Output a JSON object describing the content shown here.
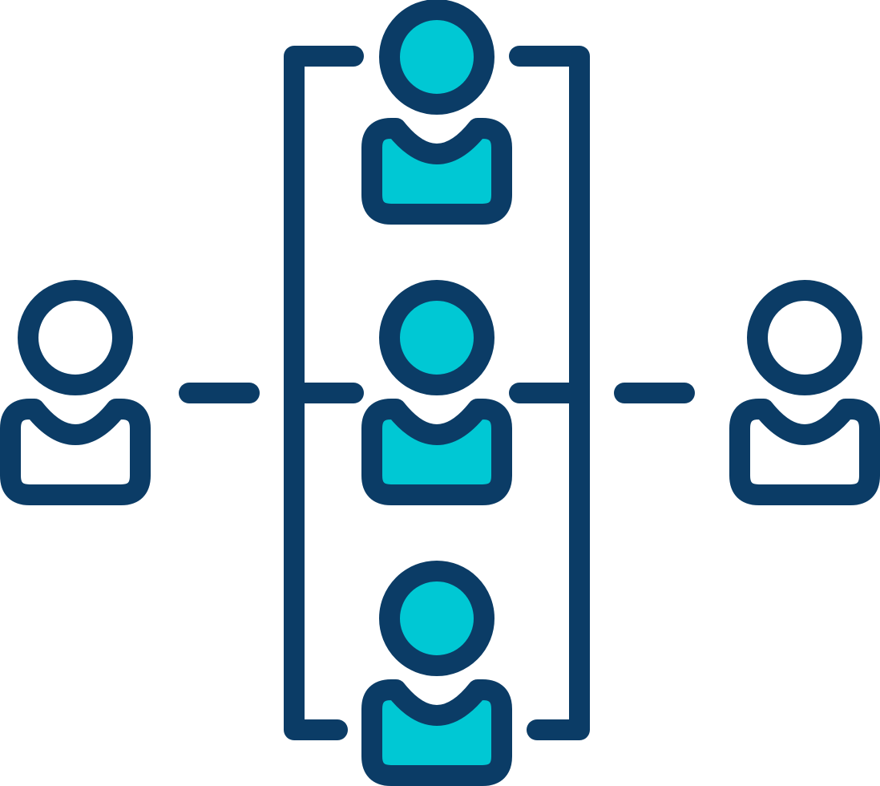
{
  "icon": {
    "name": "team-network-icon",
    "stroke_color": "#0B3C66",
    "fill_color": "#00C8D4",
    "background": "#FFFFFF"
  },
  "nodes": [
    {
      "id": "left-person",
      "filled": false
    },
    {
      "id": "center-top-person",
      "filled": true
    },
    {
      "id": "center-middle-person",
      "filled": true
    },
    {
      "id": "center-bottom-person",
      "filled": true
    },
    {
      "id": "right-person",
      "filled": false
    }
  ]
}
